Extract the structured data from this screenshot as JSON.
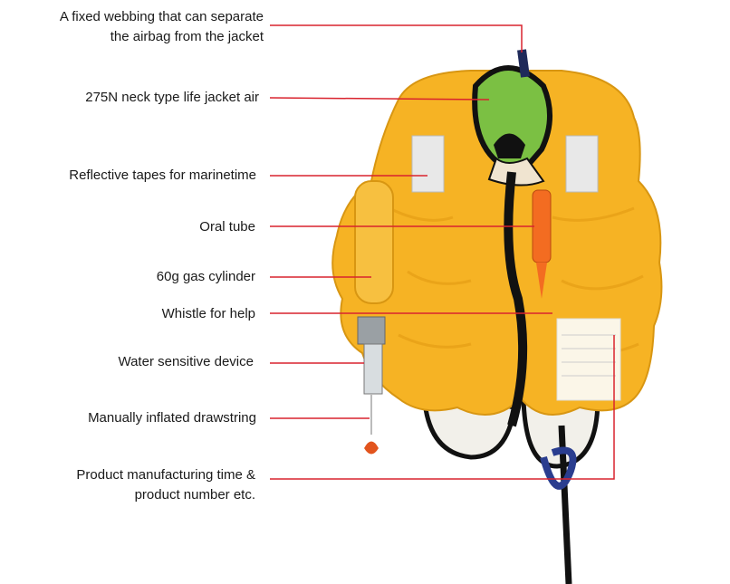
{
  "diagram": {
    "labels": [
      {
        "id": "webbing",
        "lines": [
          "A fixed webbing that can separate",
          "the airbag from the jacket"
        ]
      },
      {
        "id": "neck",
        "lines": [
          "275N neck type life jacket air"
        ]
      },
      {
        "id": "reflective",
        "lines": [
          "Reflective tapes for marinetime"
        ]
      },
      {
        "id": "oral",
        "lines": [
          "Oral tube"
        ]
      },
      {
        "id": "cylinder",
        "lines": [
          "60g gas cylinder"
        ]
      },
      {
        "id": "whistle",
        "lines": [
          "Whistle for help"
        ]
      },
      {
        "id": "water",
        "lines": [
          "Water sensitive device"
        ]
      },
      {
        "id": "drawstring",
        "lines": [
          "Manually inflated drawstring"
        ]
      },
      {
        "id": "product",
        "lines": [
          "Product manufacturing time &",
          "product number etc."
        ]
      }
    ],
    "colors": {
      "leader": "#d9232e",
      "bladder": "#f6b324",
      "bladder_shadow": "#e39a12",
      "collar": "#7bc043",
      "webbing": "#1f2a5a",
      "tape": "#e8e8e8",
      "text": "#1a1a1a"
    }
  }
}
